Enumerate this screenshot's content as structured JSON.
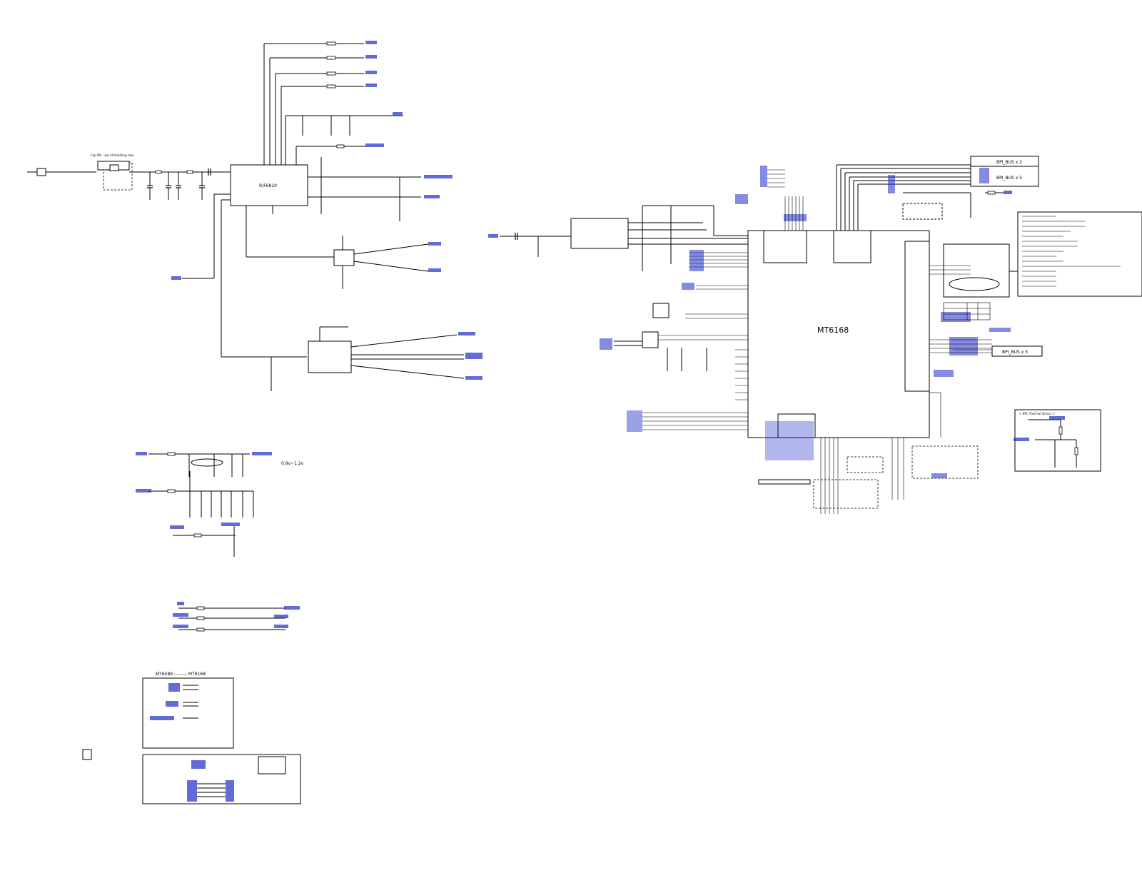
{
  "diagram": {
    "main_chip": "MT6168",
    "rf_chip": "R/F6810",
    "voltage_note": "0.9v~1.2v",
    "cap_note": "Cap fifo : out of shielding case",
    "bpi_bus_2": "BPI_BUS x 2",
    "bpi_bus_5": "BPI_BUS x 5",
    "bpi_bus_3": "BPI_BUS x 3",
    "ntc_title": "< NTC Thermal Sensor >",
    "bottom_box_title": "MT6589 ——— MT6168"
  },
  "colors": {
    "net_label": "#1f2ec8",
    "wire": "#000000"
  }
}
